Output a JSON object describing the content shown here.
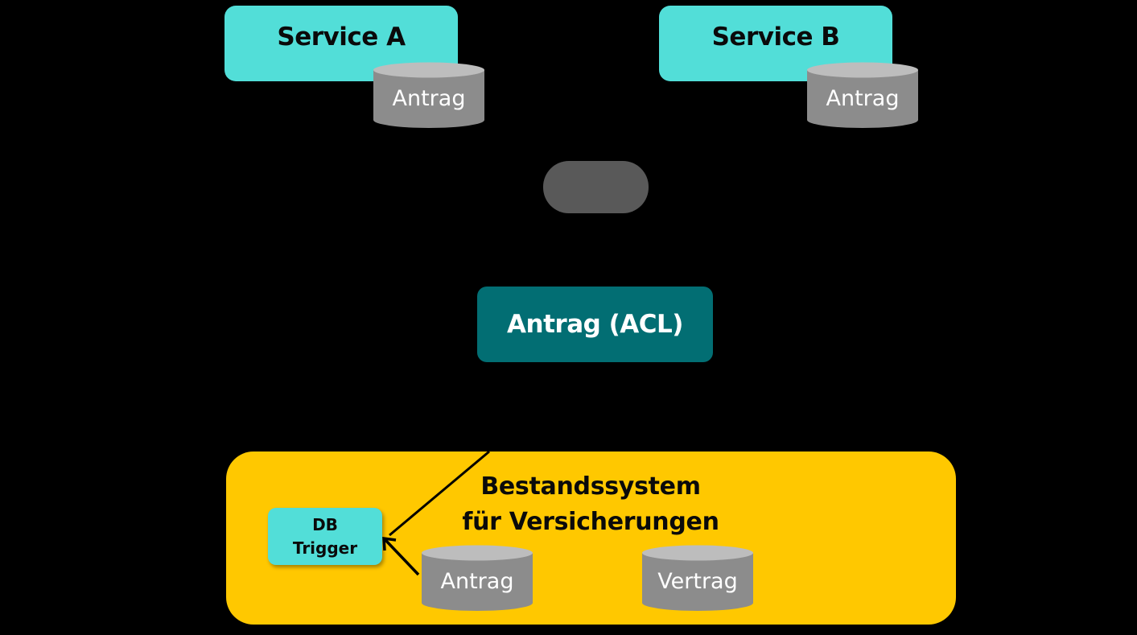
{
  "services": [
    {
      "label": "Service A",
      "db_label": "Antrag"
    },
    {
      "label": "Service B",
      "db_label": "Antrag"
    }
  ],
  "acl": {
    "label": "Antrag (ACL)"
  },
  "bestandssystem": {
    "title_line1": "Bestandssystem",
    "title_line2": "für Versicherungen",
    "trigger_line1": "DB",
    "trigger_line2": "Trigger",
    "databases": [
      "Antrag",
      "Vertrag"
    ]
  },
  "colors": {
    "cyan": "#52ded8",
    "teal": "#026e73",
    "yellow": "#ffc800",
    "gray": "#8c8c8c",
    "pill": "#595959"
  }
}
